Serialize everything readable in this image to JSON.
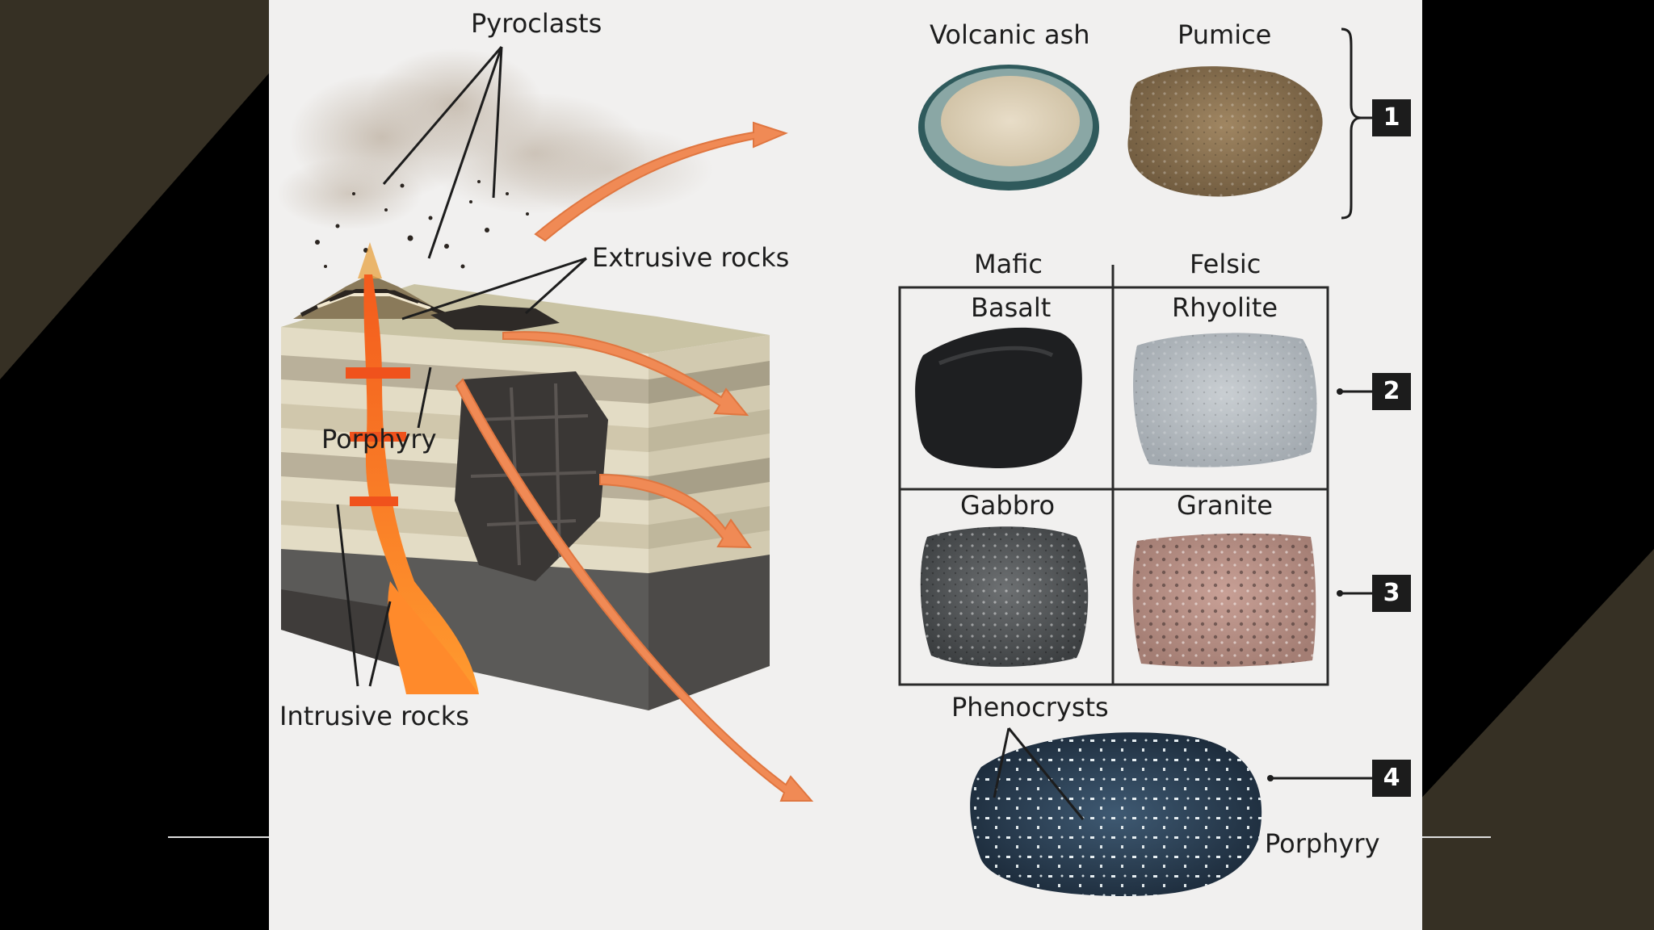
{
  "labels": {
    "pyroclasts": "Pyroclasts",
    "extrusive_rocks": "Extrusive rocks",
    "porphyry_inset": "Porphyry",
    "intrusive_rocks": "Intrusive rocks",
    "volcanic_ash": "Volcanic ash",
    "pumice": "Pumice",
    "mafic": "Mafic",
    "felsic": "Felsic",
    "basalt": "Basalt",
    "rhyolite": "Rhyolite",
    "gabbro": "Gabbro",
    "granite": "Granite",
    "phenocrysts": "Phenocrysts",
    "porphyry_sample": "Porphyry"
  },
  "numbers": {
    "n1": "1",
    "n2": "2",
    "n3": "3",
    "n4": "4"
  },
  "colors": {
    "background": "#000000",
    "panel": "#f1f0ef",
    "arrow": "#f08a55",
    "magma": "#f0521c",
    "number_box": "#1c1c1c"
  }
}
